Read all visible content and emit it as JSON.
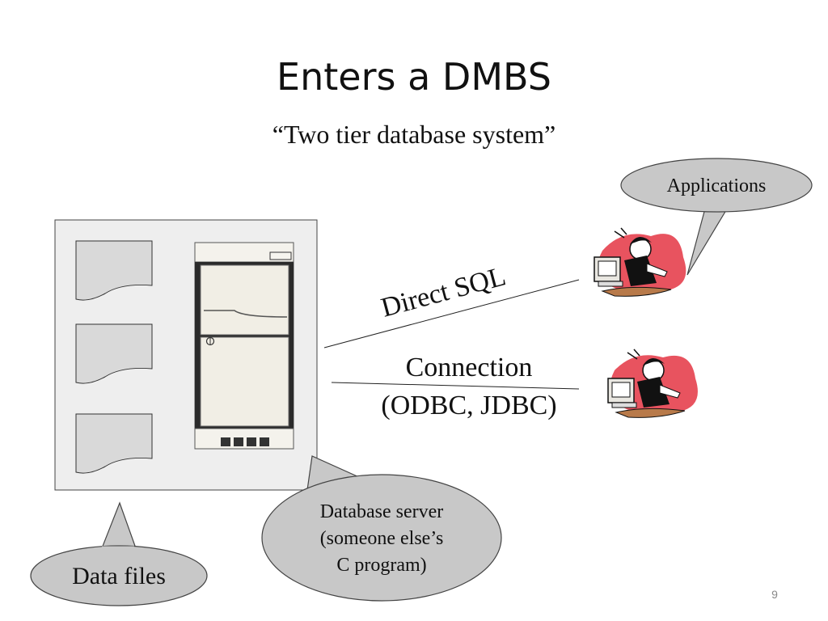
{
  "slide": {
    "title": "Enters a DMBS",
    "subtitle_open_quote": "“",
    "subtitle_text": "Two tier database system",
    "subtitle_close_quote": "”",
    "page_number": "9"
  },
  "diagram": {
    "applications_label": "Applications",
    "direct_sql_label": "Direct SQL",
    "connection_label_line1": "Connection",
    "connection_label_line2": "(ODBC, JDBC)",
    "data_files_label": "Data files",
    "server_label_line1": "Database server",
    "server_label_line2": "(someone else’s",
    "server_label_line3": "C program)"
  }
}
